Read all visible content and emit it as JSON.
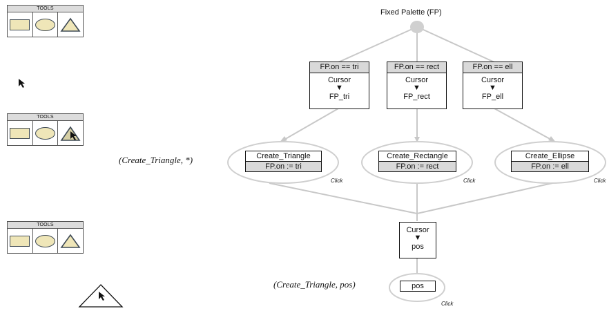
{
  "palettes": [
    {
      "header": "TOOLS"
    },
    {
      "header": "TOOLS"
    },
    {
      "header": "TOOLS"
    }
  ],
  "diagram": {
    "root_label": "Fixed Palette (FP)",
    "guards": [
      {
        "header": "FP.on == tri",
        "line1": "Cursor",
        "arrow": "▼",
        "line2": "FP_tri"
      },
      {
        "header": "FP.on == rect",
        "line1": "Cursor",
        "arrow": "▼",
        "line2": "FP_rect"
      },
      {
        "header": "FP.on == ell",
        "line1": "Cursor",
        "arrow": "▼",
        "line2": "FP_ell"
      }
    ],
    "actions": [
      {
        "name": "Create_Triangle",
        "assign": "FP.on := tri",
        "event": "Click"
      },
      {
        "name": "Create_Rectangle",
        "assign": "FP.on := rect",
        "event": "Click"
      },
      {
        "name": "Create_Ellipse",
        "assign": "FP.on := ell",
        "event": "Click"
      }
    ],
    "merge_box": {
      "line1": "Cursor",
      "arrow": "▼",
      "line2": "pos"
    },
    "final_action": {
      "name": "pos",
      "event": "Click"
    },
    "annotations": {
      "first": "(Create_Triangle, *)",
      "second": "(Create_Triangle, pos)"
    }
  }
}
